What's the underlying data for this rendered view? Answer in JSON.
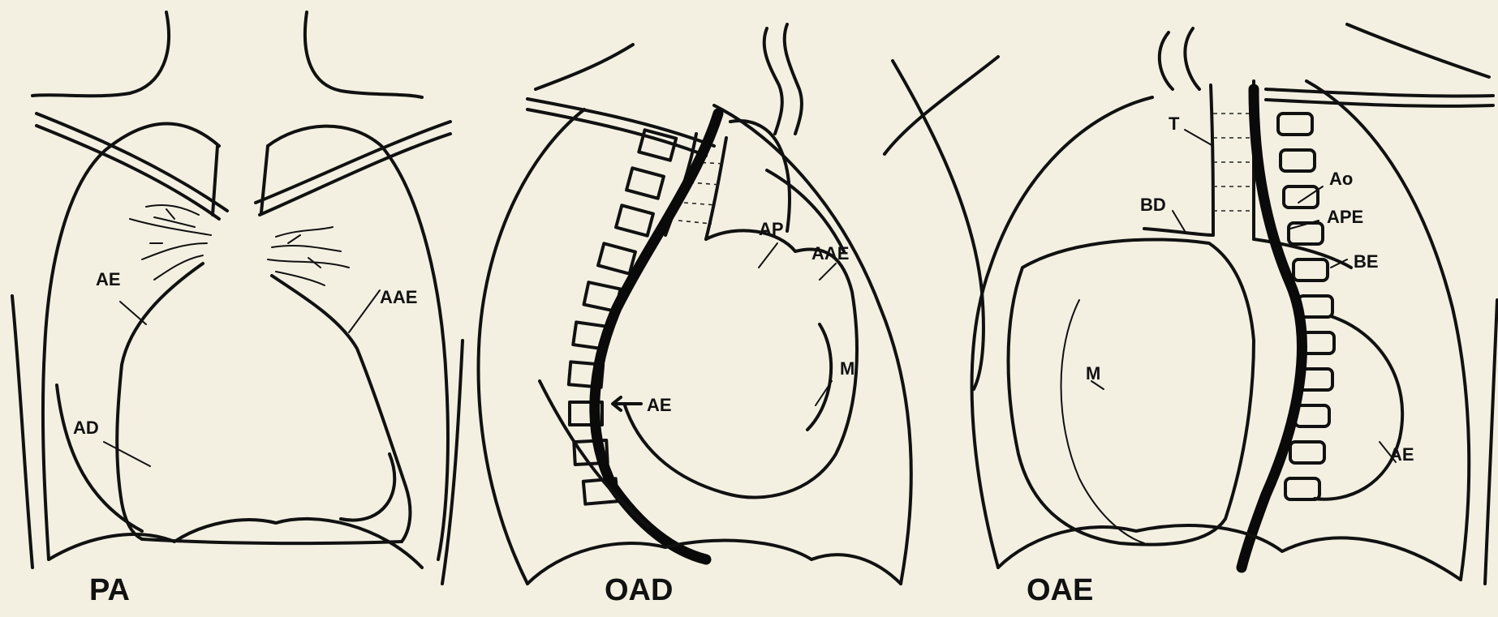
{
  "views": [
    {
      "title": "PA",
      "labels": [
        "AE",
        "AAE",
        "AD"
      ]
    },
    {
      "title": "OAD",
      "labels": [
        "AP",
        "AAE",
        "M",
        "AE"
      ]
    },
    {
      "title": "OAE",
      "labels": [
        "T",
        "Ao",
        "BD",
        "APE",
        "BE",
        "M",
        "AE"
      ]
    }
  ],
  "colors": {
    "paper": "#f3f0e2",
    "ink": "#111111"
  }
}
